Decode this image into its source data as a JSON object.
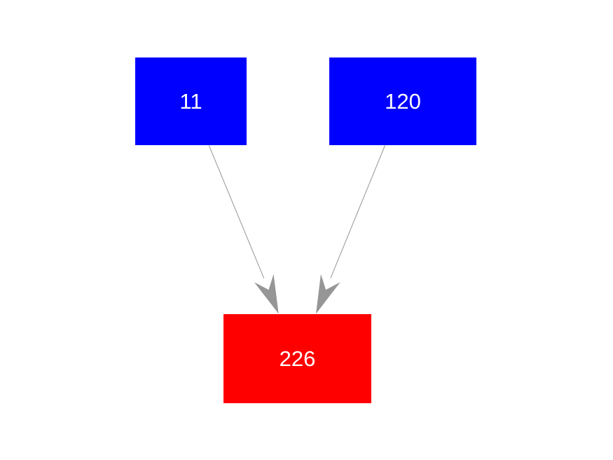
{
  "diagram": {
    "background_color": "#ffffff",
    "edge_color": "#969696",
    "nodes": [
      {
        "id": "node-11",
        "label": "11",
        "fill": "#0000ff",
        "text_color": "#ffffff"
      },
      {
        "id": "node-120",
        "label": "120",
        "fill": "#0000ff",
        "text_color": "#ffffff"
      },
      {
        "id": "node-226",
        "label": "226",
        "fill": "#ff0000",
        "text_color": "#ffffff"
      }
    ],
    "edges": [
      {
        "from": "11",
        "to": "226"
      },
      {
        "from": "120",
        "to": "226"
      }
    ]
  }
}
